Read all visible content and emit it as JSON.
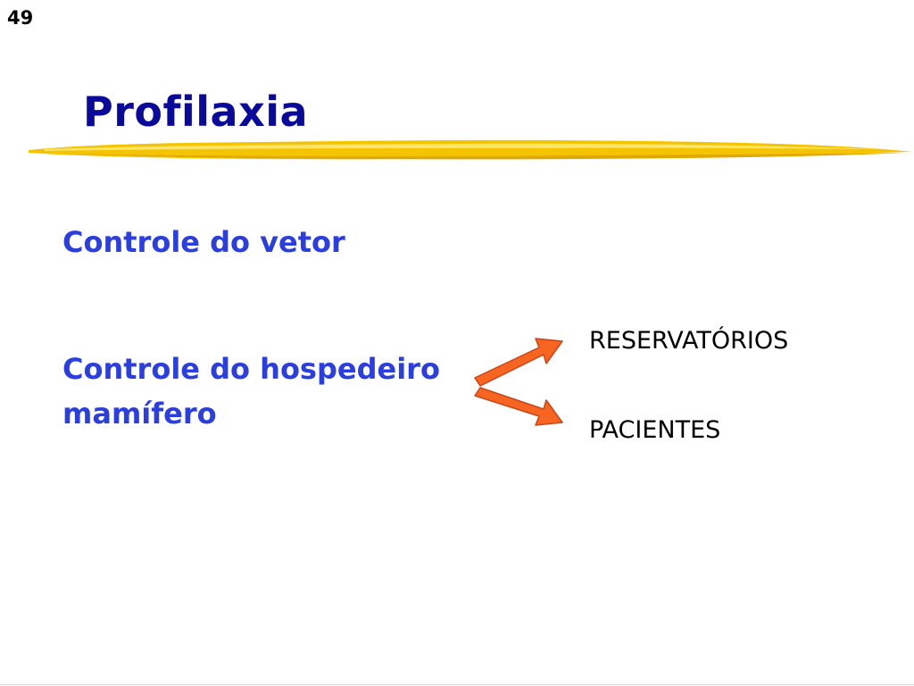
{
  "slide": {
    "number": "49",
    "title": "Profilaxia",
    "accent_color": "#f5c400",
    "title_color": "#0a0a9a",
    "bullet_color": "#2b3fe0",
    "arrow_color": "#f76520"
  },
  "bullets": [
    {
      "line1": "Controle do vetor"
    },
    {
      "line1": "Controle do hospedeiro",
      "line2": "mamífero"
    }
  ],
  "targets": [
    {
      "label": "RESERVATÓRIOS"
    },
    {
      "label": "PACIENTES"
    }
  ]
}
